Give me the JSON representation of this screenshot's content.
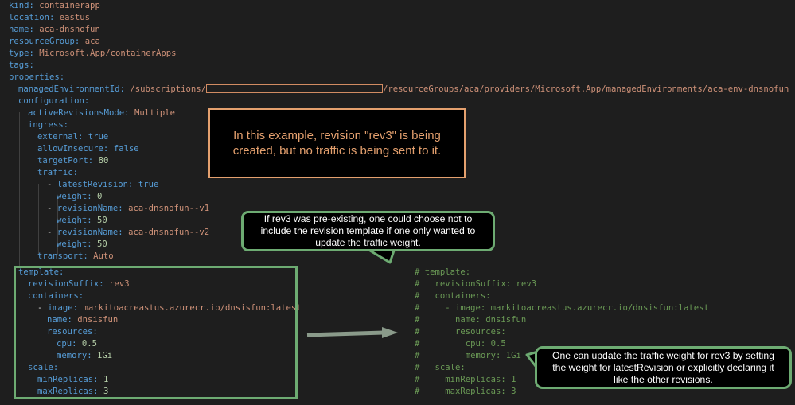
{
  "yaml": {
    "kind_key": "kind:",
    "kind_val": "containerapp",
    "location_key": "location:",
    "location_val": "eastus",
    "name_key": "name:",
    "name_val": "aca-dnsnofun",
    "rg_key": "resourceGroup:",
    "rg_val": "aca",
    "type_key": "type:",
    "type_val": "Microsoft.App/containerApps",
    "tags_key": "tags:",
    "properties_key": "properties:",
    "env_key": "managedEnvironmentId:",
    "env_val_pre": "/subscriptions/",
    "env_val_post": "/resourceGroups/aca/providers/Microsoft.App/managedEnvironments/aca-env-dnsnofun",
    "configuration_key": "configuration:",
    "arm_key": "activeRevisionsMode:",
    "arm_val": "Multiple",
    "ingress_key": "ingress:",
    "external_key": "external:",
    "external_val": "true",
    "allowinsecure_key": "allowInsecure:",
    "allowinsecure_val": "false",
    "targetport_key": "targetPort:",
    "targetport_val": "80",
    "traffic_key": "traffic:",
    "latestrev_key": "latestRevision:",
    "latestrev_val": "true",
    "weight_key": "weight:",
    "weight0_val": "0",
    "revname_key": "revisionName:",
    "revname1_val": "aca-dnsnofun--v1",
    "weight1_val": "50",
    "revname2_val": "aca-dnsnofun--v2",
    "weight2_val": "50",
    "transport_key": "transport:",
    "transport_val": "Auto",
    "template_key": "template:",
    "suffix_key": "revisionSuffix:",
    "suffix_val": "rev3",
    "containers_key": "containers:",
    "image_key": "image:",
    "image_val": "markitoacreastus.azurecr.io/dnsisfun:latest",
    "cname_key": "name:",
    "cname_val": "dnsisfun",
    "resources_key": "resources:",
    "cpu_key": "cpu:",
    "cpu_val": "0.5",
    "memory_key": "memory:",
    "memory_val": "1Gi",
    "scale_key": "scale:",
    "minrep_key": "minReplicas:",
    "minrep_val": "1",
    "maxrep_key": "maxReplicas:",
    "maxrep_val": "3"
  },
  "commented": {
    "l1": "# template:",
    "l2": "#   revisionSuffix: rev3",
    "l3": "#   containers:",
    "l4": "#     - image: markitoacreastus.azurecr.io/dnsisfun:latest",
    "l5": "#       name: dnsisfun",
    "l6": "#       resources:",
    "l7": "#         cpu: 0.5",
    "l8": "#         memory: 1Gi",
    "l9": "#   scale:",
    "l10": "#     minReplicas: 1",
    "l11": "#     maxReplicas: 3"
  },
  "callouts": {
    "orange": "In this example, revision \"rev3\" is being created, but no traffic is being sent to it.",
    "green1": "If rev3 was pre-existing, one could choose not to include the revision template if one only wanted to update the traffic weight.",
    "green2": "One can update the traffic weight for rev3 by setting the weight for latestRevision or explicitly declaring it like the other revisions."
  },
  "colors": {
    "key": "#569cd6",
    "string": "#ce9178",
    "number": "#b5cea8",
    "comment": "#6a9955",
    "callout_green": "#6dab72",
    "callout_orange": "#e4a06e"
  }
}
